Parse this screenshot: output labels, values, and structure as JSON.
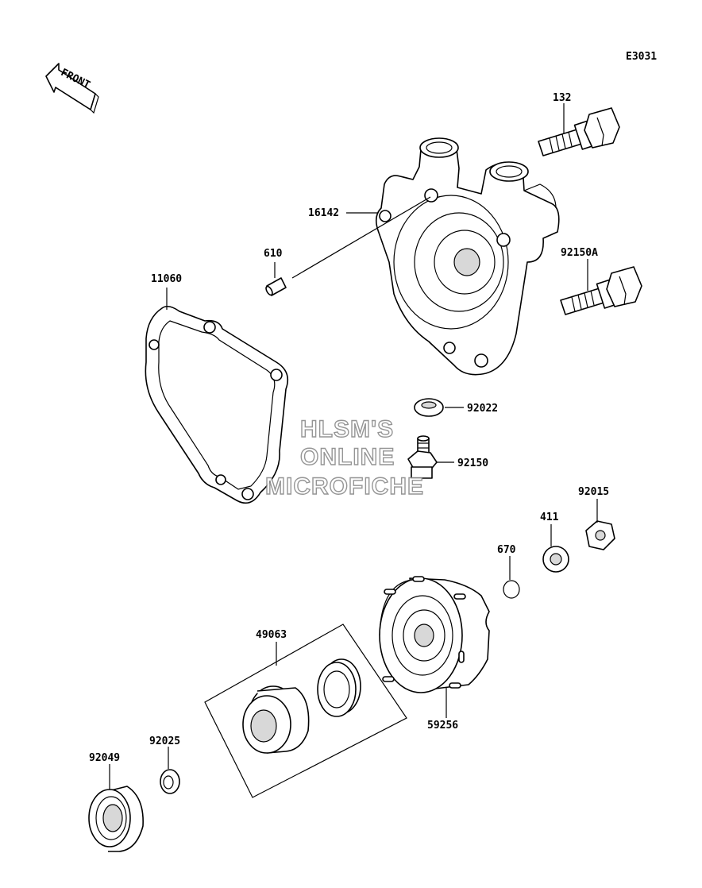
{
  "diagram_code": "E3031",
  "front_label": "FRONT",
  "watermark": [
    "HLSM'S",
    "ONLINE",
    "MICROFICHE"
  ],
  "parts": {
    "bolt_132": "132",
    "cover_16142": "16142",
    "pin_610": "610",
    "bolt_92150A": "92150A",
    "gasket_11060": "11060",
    "washer_92022": "92022",
    "bolt_92150": "92150",
    "nut_92015": "92015",
    "washer_411": "411",
    "oring_670": "670",
    "seal_kit_49063": "49063",
    "impeller_59256": "59256",
    "seal_92025": "92025",
    "bearing_92049": "92049"
  }
}
